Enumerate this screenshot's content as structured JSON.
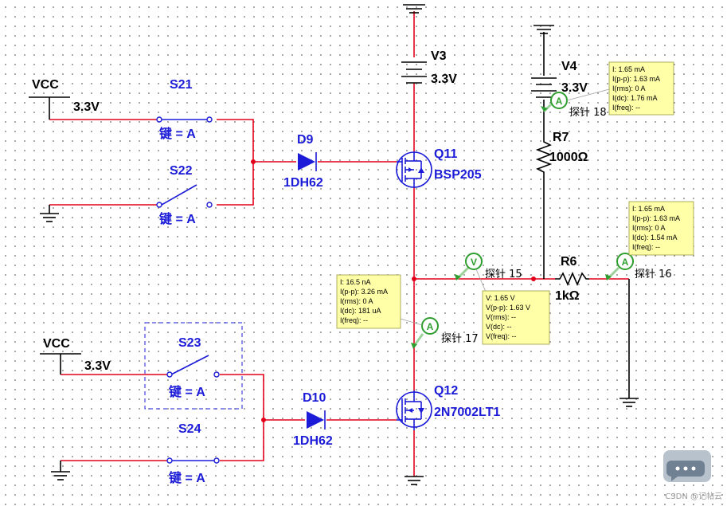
{
  "components": {
    "vcc1": {
      "name": "VCC",
      "value": "3.3V"
    },
    "vcc2": {
      "name": "VCC",
      "value": "3.3V"
    },
    "s21": {
      "name": "S21",
      "key": "键 = A"
    },
    "s22": {
      "name": "S22",
      "key": "键 = A"
    },
    "s23": {
      "name": "S23",
      "key": "键 = A"
    },
    "s24": {
      "name": "S24",
      "key": "键 = A"
    },
    "d9": {
      "name": "D9",
      "part": "1DH62"
    },
    "d10": {
      "name": "D10",
      "part": "1DH62"
    },
    "q11": {
      "name": "Q11",
      "part": "BSP205"
    },
    "q12": {
      "name": "Q12",
      "part": "2N7002LT1"
    },
    "v3": {
      "name": "V3",
      "value": "3.3V"
    },
    "v4": {
      "name": "V4",
      "value": "3.3V"
    },
    "r7": {
      "name": "R7",
      "value": "1000Ω"
    },
    "r6": {
      "name": "R6",
      "value": "1kΩ"
    }
  },
  "probes": {
    "p15": {
      "symbol": "V",
      "label": "探针 15",
      "readings": [
        "V: 1.65 V",
        "V(p-p): 1.63 V",
        "V(rms): --",
        "V(dc): --",
        "V(freq): --"
      ]
    },
    "p16": {
      "symbol": "A",
      "label": "探针 16",
      "readings": [
        "I: 1.65 mA",
        "I(p-p): 1.63 mA",
        "I(rms): 0 A",
        "I(dc): 1.54 mA",
        "I(freq): --"
      ]
    },
    "p17": {
      "symbol": "A",
      "label": "探针 17",
      "readings": [
        "I: 16.5 nA",
        "I(p-p): 3.26 mA",
        "I(rms): 0 A",
        "I(dc): 181 uA",
        "I(freq): --"
      ]
    },
    "p18": {
      "symbol": "A",
      "label": "探针 18",
      "readings": [
        "I: 1.65 mA",
        "I(p-p): 1.63 mA",
        "I(rms): 0 A",
        "I(dc): 1.76 mA",
        "I(freq): --"
      ]
    }
  },
  "watermark": "CSDN @记帖云",
  "colors": {
    "wire": "#e3001b",
    "component": "#1b1bd8",
    "probe": "#2e9e2e",
    "note": "#ffffa8"
  }
}
